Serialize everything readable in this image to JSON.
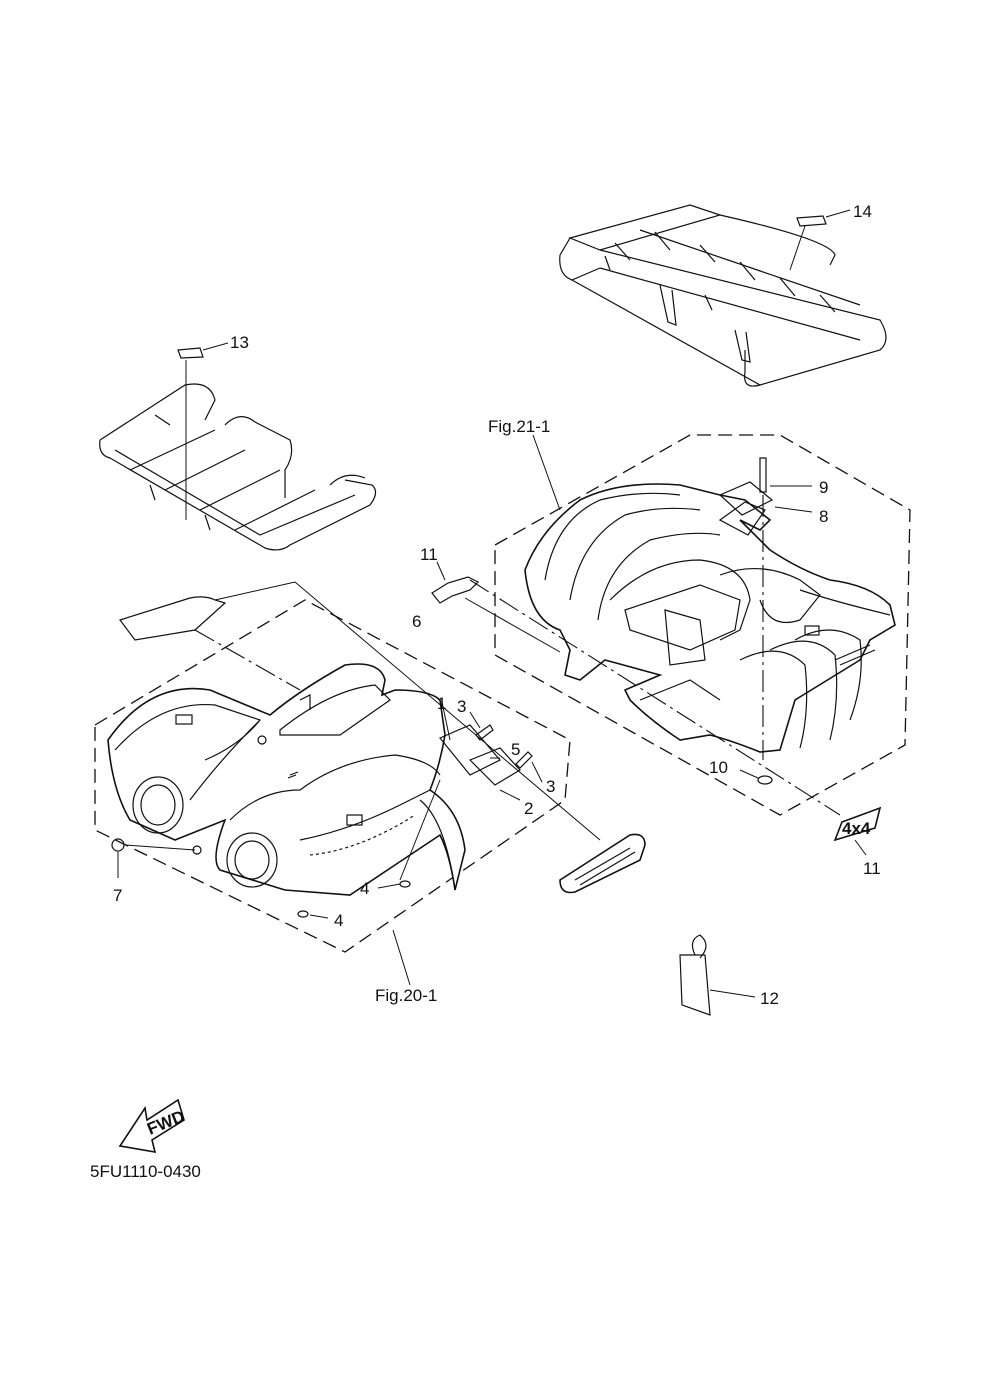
{
  "diagram": {
    "code": "5FU1110-0430",
    "fwd_label": "FWD",
    "callouts": {
      "c1": "1",
      "c2": "2",
      "c3a": "3",
      "c3b": "3",
      "c4a": "4",
      "c4b": "4",
      "c5": "5",
      "c6": "6",
      "c7": "7",
      "c8": "8",
      "c9": "9",
      "c10": "10",
      "c11a": "11",
      "c11b": "11",
      "c12": "12",
      "c13": "13",
      "c14": "14"
    },
    "figure_refs": {
      "front": "Fig.20-1",
      "rear": "Fig.21-1"
    },
    "emblem_text": "4x4"
  }
}
